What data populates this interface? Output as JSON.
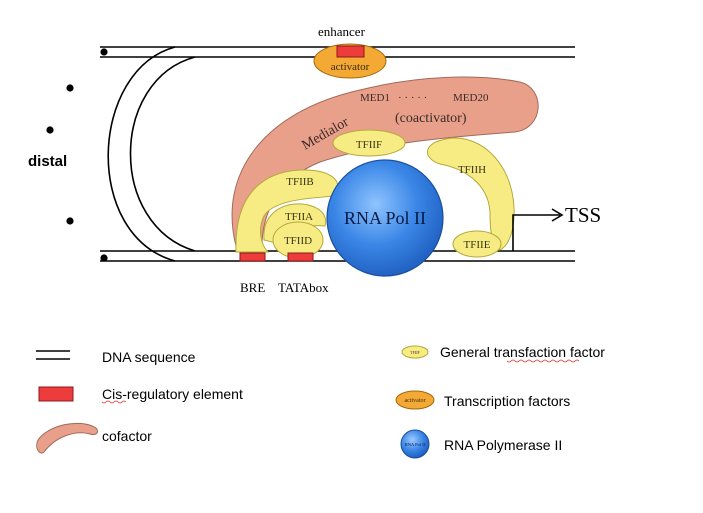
{
  "diagram": {
    "labels": {
      "enhancer": "enhancer",
      "activator": "activator",
      "med1": "MED1",
      "med20": "MED20",
      "med_dots": "· · · · ·",
      "coactivator": "(coactivator)",
      "mediator": "Medialor",
      "tfiif": "TFIIF",
      "tfiib": "TFIIB",
      "tfiia": "TFIIA",
      "tfiid": "TFIID",
      "tfiih": "TFIIH",
      "tfiie": "TFIIE",
      "rna_pol": "RNA Pol II",
      "tss": "TSS",
      "distal": "distal",
      "bre": "BRE",
      "tatabox": "TATAbox"
    }
  },
  "legend": {
    "dna": "DNA sequence",
    "cis": "Cis-regulatory element",
    "cofactor": "cofactor",
    "gtf": "General transfaction factor",
    "gtf_icon_text": "TFIIF",
    "tf": "Transcription factors",
    "tf_icon_text": "activator",
    "rnap": "RNA Polymerase II",
    "rnap_icon_text": "RNA Pol II"
  },
  "colors": {
    "salmon": "#e9a08b",
    "yellow": "#f7ec84",
    "orange": "#f4a934",
    "red": "#ee3b3b",
    "blue": "#2f74d6"
  }
}
